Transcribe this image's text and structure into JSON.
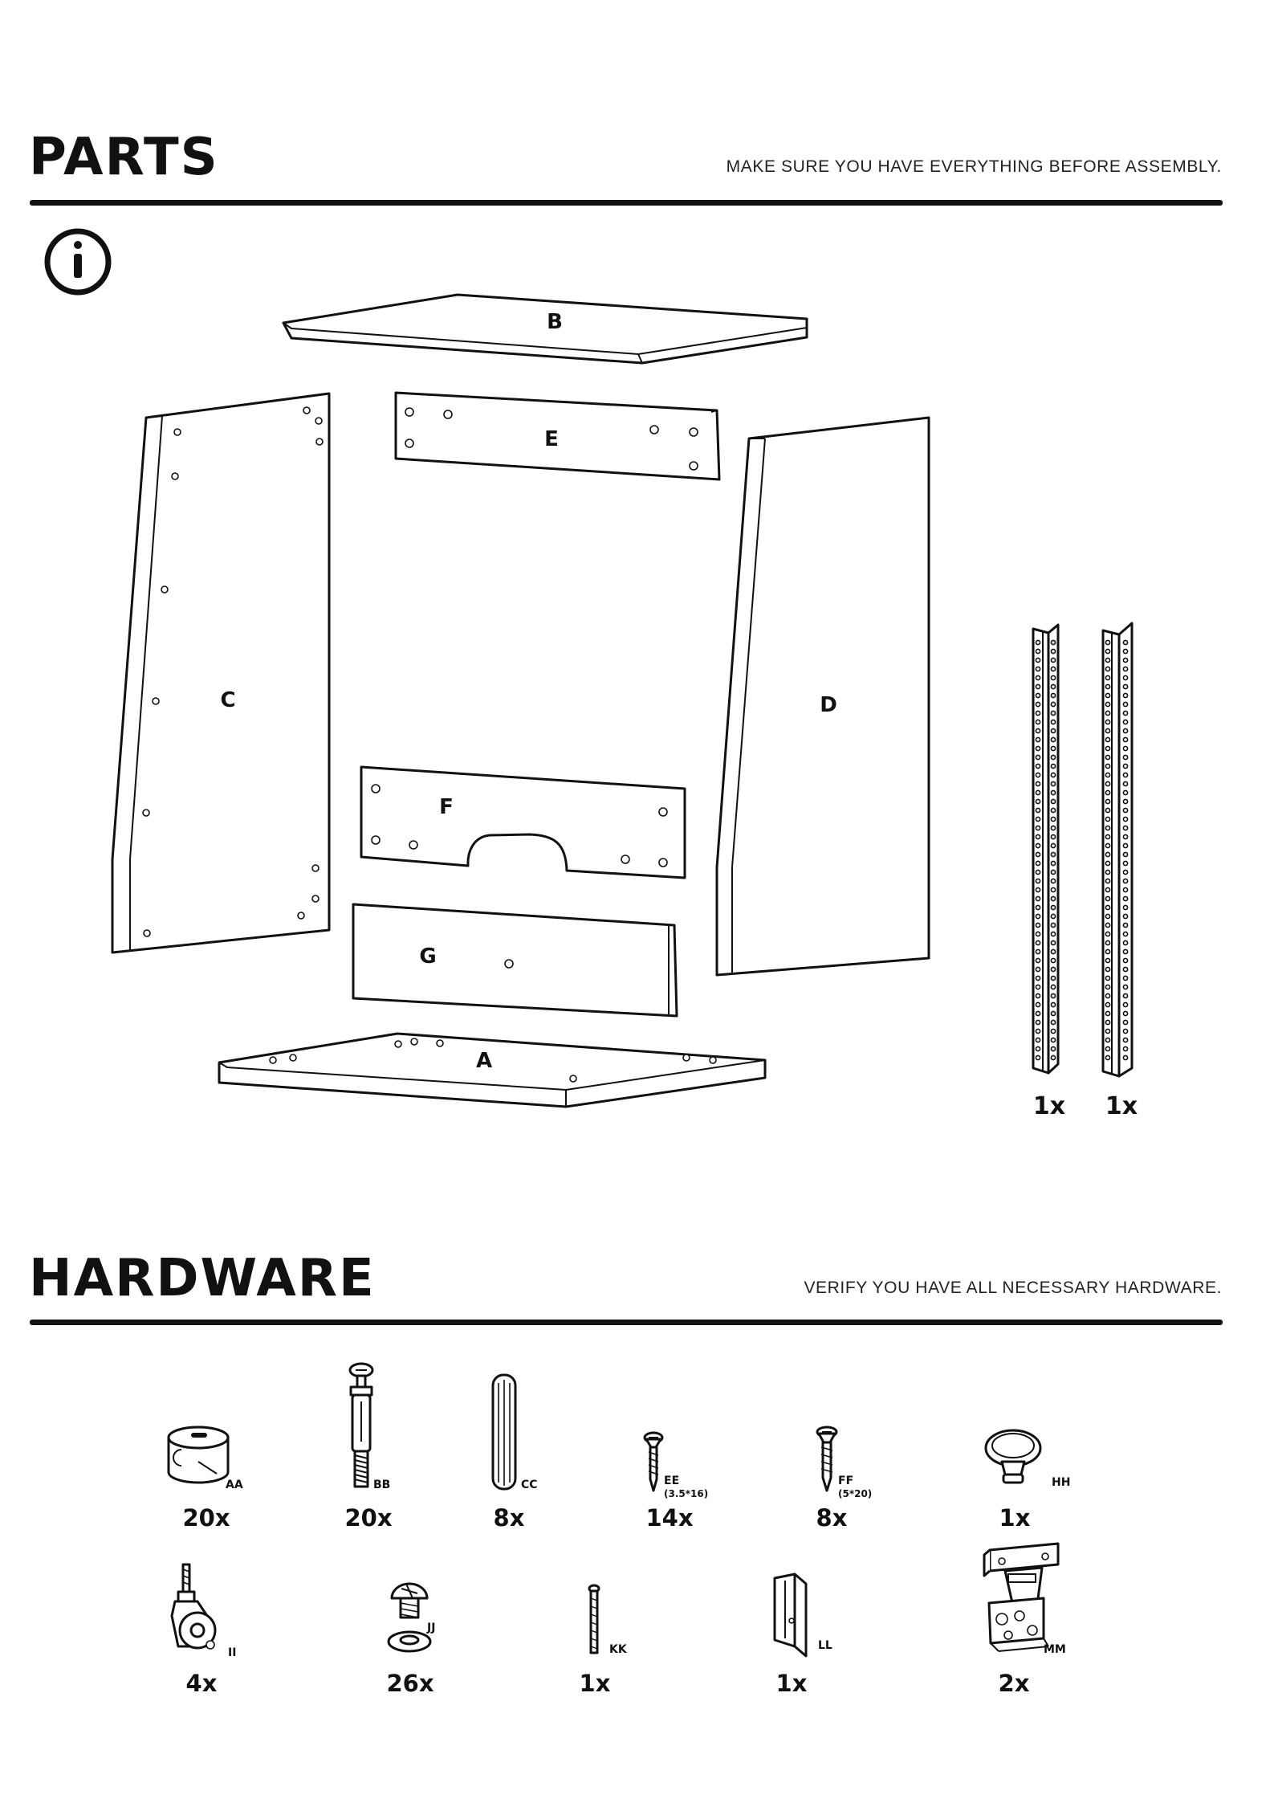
{
  "parts_section": {
    "title": "PARTS",
    "subtitle": "MAKE SURE YOU HAVE EVERYTHING BEFORE ASSEMBLY.",
    "info_icon": "info-icon",
    "panels": [
      {
        "letter": "B",
        "part": "top-panel"
      },
      {
        "letter": "E",
        "part": "top-back-rail"
      },
      {
        "letter": "C",
        "part": "left-side-panel"
      },
      {
        "letter": "D",
        "part": "right-side-panel"
      },
      {
        "letter": "F",
        "part": "lower-back-rail"
      },
      {
        "letter": "G",
        "part": "plinth-rail"
      },
      {
        "letter": "A",
        "part": "bottom-panel"
      }
    ],
    "rails": [
      {
        "quantity": "1x"
      },
      {
        "quantity": "1x"
      }
    ]
  },
  "hardware_section": {
    "title": "HARDWARE",
    "subtitle": "VERIFY YOU HAVE ALL NECESSARY HARDWARE.",
    "items": [
      {
        "code": "AA",
        "spec": "",
        "quantity": "20x",
        "icon": "cam-lock-icon"
      },
      {
        "code": "BB",
        "spec": "",
        "quantity": "20x",
        "icon": "cam-bolt-icon"
      },
      {
        "code": "CC",
        "spec": "",
        "quantity": "8x",
        "icon": "wood-dowel-icon"
      },
      {
        "code": "EE",
        "spec": "(3.5*16)",
        "quantity": "14x",
        "icon": "screw-icon"
      },
      {
        "code": "FF",
        "spec": "(5*20)",
        "quantity": "8x",
        "icon": "screw-icon"
      },
      {
        "code": "HH",
        "spec": "",
        "quantity": "1x",
        "icon": "knob-icon"
      },
      {
        "code": "II",
        "spec": "",
        "quantity": "4x",
        "icon": "caster-wheel-icon"
      },
      {
        "code": "JJ",
        "spec": "",
        "quantity": "26x",
        "icon": "bolt-washer-icon"
      },
      {
        "code": "KK",
        "spec": "",
        "quantity": "1x",
        "icon": "long-bolt-icon"
      },
      {
        "code": "LL",
        "spec": "",
        "quantity": "1x",
        "icon": "bracket-icon"
      },
      {
        "code": "MM",
        "spec": "",
        "quantity": "2x",
        "icon": "hinge-icon"
      }
    ]
  }
}
